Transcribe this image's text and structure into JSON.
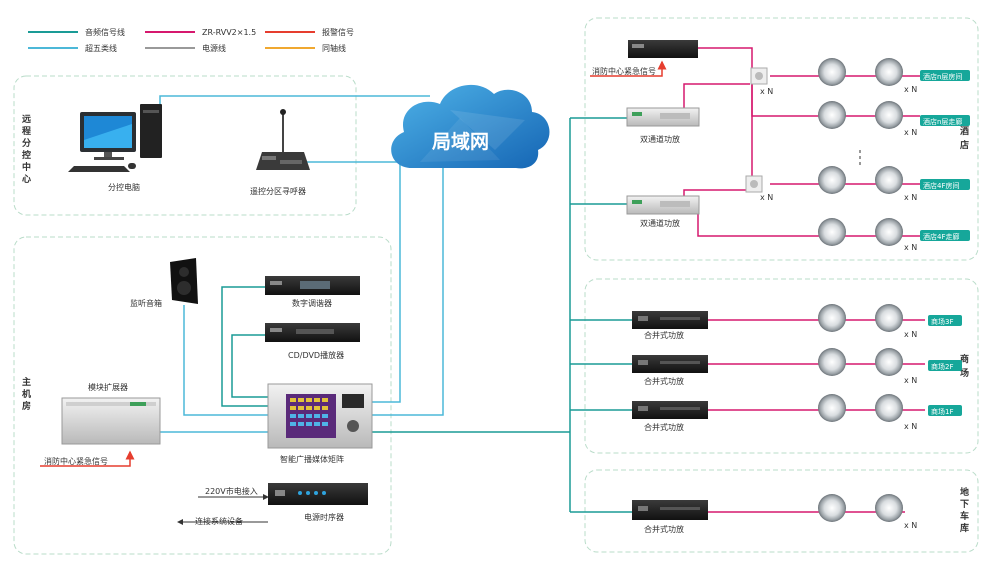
{
  "legend": {
    "audio": "音频信号线",
    "zr": "ZR-RVV2×1.5",
    "alarm": "报警信号",
    "cat5": "超五类线",
    "power": "电源线",
    "coax": "同轴线"
  },
  "colors": {
    "audio": "#1a9b96",
    "speaker": "#d6186e",
    "alarm": "#e63d2e",
    "cat5": "#4cb8d8",
    "power": "#333333",
    "coax": "#f0a830",
    "zone_border": "#b9dcc9",
    "tag_bg": "#16a79a"
  },
  "zones": {
    "remote": "远程分控中心",
    "main": "主机房",
    "hotel": "酒店",
    "mall": "商场",
    "garage": "地下车库"
  },
  "lan": "局域网",
  "devices": {
    "pc": "分控电脑",
    "paging": "遥控分区寻呼器",
    "monitor": "监听音箱",
    "tuner": "数字调谐器",
    "cd": "CD/DVD播放器",
    "expander": "模块扩展器",
    "fire_main": "消防中心紧急信号",
    "matrix": "智能广播媒体矩阵",
    "power_in": "220V市电接入",
    "power_out": "连接系统设备",
    "sequencer": "电源时序器",
    "fire_hotel": "消防中心紧急信号",
    "amp1": "双通道功放",
    "amp2": "双通道功放",
    "mall_amp1": "合并式功放",
    "mall_amp2": "合并式功放",
    "mall_amp3": "合并式功放",
    "garage_amp": "合并式功放"
  },
  "tags": {
    "hotel_room_n": "酒店n层房间",
    "hotel_corr_n": "酒店n层走廊",
    "hotel_room_4": "酒店4F房间",
    "hotel_corr_4": "酒店4F走廊",
    "mall_3f": "商场3F",
    "mall_2f": "商场2F",
    "mall_1f": "商场1F"
  },
  "xn": "x N"
}
